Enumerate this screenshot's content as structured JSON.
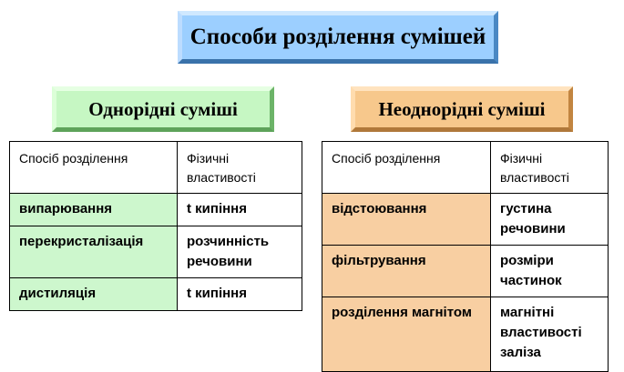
{
  "title": "Способи розділення сумішей",
  "left": {
    "heading": "Однорідні суміші",
    "col_method": "Спосіб розділення",
    "col_property": "Фізичні властивості",
    "rows": [
      {
        "method": "випарювання",
        "property": "t  кипіння"
      },
      {
        "method": "перекристалізація",
        "property": "розчинність речовини"
      },
      {
        "method": "дистиляція",
        "property": "t  кипіння"
      }
    ]
  },
  "right": {
    "heading": "Неоднорідні суміші",
    "col_method": "Спосіб розділення",
    "col_property": "Фізичні властивості",
    "rows": [
      {
        "method": "відстоювання",
        "property": "густина речовини"
      },
      {
        "method": "фільтрування",
        "property": "розміри частинок"
      },
      {
        "method": "розділення магнітом",
        "property": "магнітні властивості заліза"
      }
    ]
  },
  "colors": {
    "title_fill": "#9ccfff",
    "left_fill": "#c6f7c3",
    "right_fill": "#f7c88c"
  }
}
